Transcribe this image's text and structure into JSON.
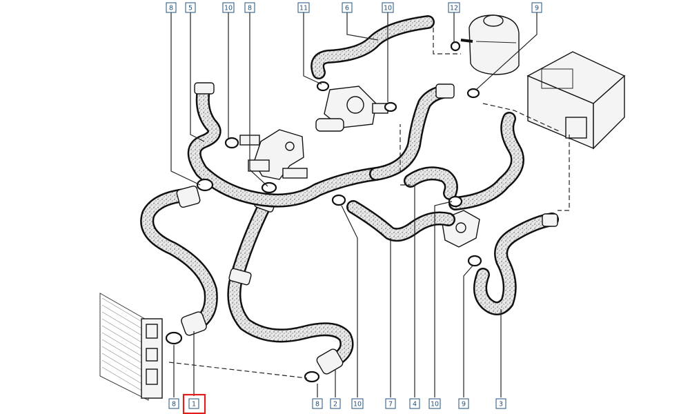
{
  "labels": [
    {
      "id": "lbl-top-8a",
      "text": "8"
    },
    {
      "id": "lbl-top-5",
      "text": "5"
    },
    {
      "id": "lbl-top-10a",
      "text": "10"
    },
    {
      "id": "lbl-top-8b",
      "text": "8"
    },
    {
      "id": "lbl-top-11",
      "text": "11"
    },
    {
      "id": "lbl-top-6",
      "text": "6"
    },
    {
      "id": "lbl-top-10b",
      "text": "10"
    },
    {
      "id": "lbl-top-12",
      "text": "12"
    },
    {
      "id": "lbl-top-9",
      "text": "9"
    },
    {
      "id": "lbl-bot-8a",
      "text": "8"
    },
    {
      "id": "lbl-bot-1",
      "text": "1"
    },
    {
      "id": "lbl-bot-8b",
      "text": "8"
    },
    {
      "id": "lbl-bot-2",
      "text": "2"
    },
    {
      "id": "lbl-bot-10a",
      "text": "10"
    },
    {
      "id": "lbl-bot-7",
      "text": "7"
    },
    {
      "id": "lbl-bot-4",
      "text": "4"
    },
    {
      "id": "lbl-bot-10b",
      "text": "10"
    },
    {
      "id": "lbl-bot-9",
      "text": "9"
    },
    {
      "id": "lbl-bot-3",
      "text": "3"
    }
  ],
  "highlighted_label": "1",
  "colors": {
    "label": "#1f4f7a",
    "highlight": "#e31b1b",
    "hose": "#e9e9e9",
    "line": "#111111"
  }
}
